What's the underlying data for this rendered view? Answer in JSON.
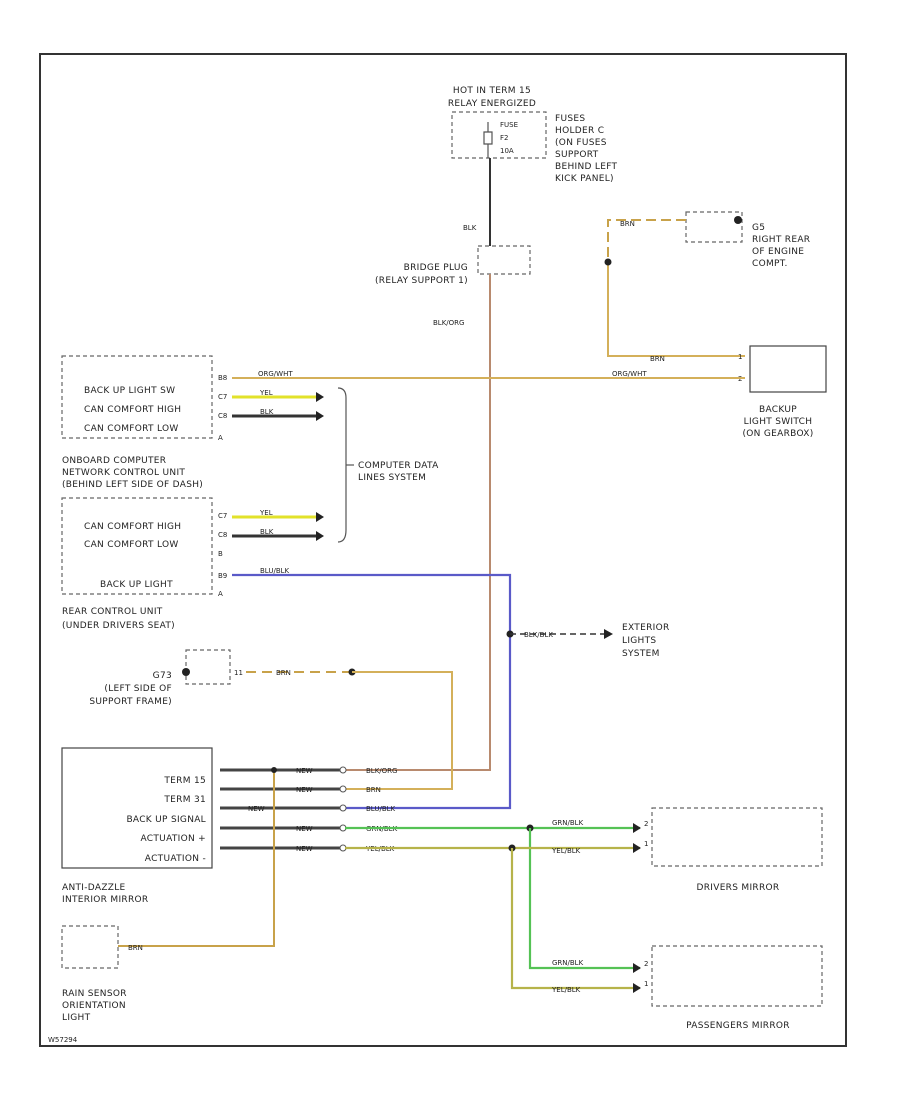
{
  "frame": {
    "ref_code": "W57294"
  },
  "colors": {
    "brn": "#c8a24a",
    "bk_org": "#b88a6e",
    "grn_bk": "#55c255",
    "ylw_bk": "#b6b34a",
    "blu_bk": "#5a5ac8",
    "ylw": "#e2e22a",
    "orn": "#d4b05a",
    "blk": "#333333"
  },
  "fuse": {
    "header": [
      "HOT IN TERM 15",
      "RELAY ENERGIZED"
    ],
    "pins": [
      "FUSE",
      "F2",
      "10A"
    ],
    "location": [
      "FUSES",
      "HOLDER C",
      "(ON FUSES",
      "SUPPORT",
      "BEHIND LEFT",
      "KICK PANEL)"
    ]
  },
  "bridge": {
    "wire_top": "BLK",
    "label": [
      "BRIDGE PLUG",
      "(RELAY SUPPORT 1)"
    ],
    "wire_below": "BLK/ORG"
  },
  "g5": {
    "label": [
      "G5",
      "RIGHT REAR",
      "OF ENGINE",
      "COMPT."
    ],
    "wire": "BRN"
  },
  "backup_switch": {
    "label": [
      "BACKUP",
      "LIGHT SWITCH",
      "(ON GEARBOX)"
    ],
    "wire1": "BRN",
    "wire2": "ORG/WHT",
    "pin1": "1",
    "pin2": "2"
  },
  "onboard": {
    "rows": [
      "BACK UP LIGHT SW",
      "CAN COMFORT HIGH",
      "CAN COMFORT LOW"
    ],
    "pins": [
      "B8",
      "C7",
      "C8",
      "A"
    ],
    "wires": [
      "ORG/WHT",
      "YEL",
      "BLK"
    ],
    "label": [
      "ONBOARD COMPUTER",
      "NETWORK CONTROL UNIT",
      "(BEHIND LEFT SIDE OF DASH)"
    ]
  },
  "computer_data": {
    "label": [
      "COMPUTER DATA",
      "LINES SYSTEM"
    ]
  },
  "rear_cu": {
    "rows": [
      "CAN COMFORT HIGH",
      "CAN COMFORT LOW",
      "BACK UP LIGHT"
    ],
    "pins": [
      "C7",
      "C8",
      "B",
      "B9",
      "A"
    ],
    "wires": [
      "YEL",
      "BLK",
      "BLU/BLK"
    ],
    "label": [
      "REAR CONTROL UNIT",
      "(UNDER DRIVERS SEAT)"
    ]
  },
  "exterior": {
    "wire": "BLK/BLK",
    "label": [
      "EXTERIOR",
      "LIGHTS",
      "SYSTEM"
    ]
  },
  "g73": {
    "label": [
      "G73",
      "(LEFT SIDE OF",
      "SUPPORT FRAME)"
    ],
    "pin": "11",
    "wire": "BRN"
  },
  "mirror": {
    "rows": [
      "TERM 15",
      "TERM 31",
      "BACK UP SIGNAL",
      "ACTUATION +",
      "ACTUATION -"
    ],
    "left_wires": [
      "NEW",
      "NEW",
      "NEW",
      "NEW",
      "NEW"
    ],
    "right_wires": [
      "BLK/ORG",
      "BRN",
      "BLU/BLK",
      "GRN/BLK",
      "YEL/BLK"
    ],
    "label": [
      "ANTI-DAZZLE",
      "INTERIOR MIRROR"
    ]
  },
  "drivers_mirror": {
    "label": "DRIVERS MIRROR",
    "wires": [
      "GRN/BLK",
      "YEL/BLK"
    ],
    "pins": [
      "2",
      "1"
    ]
  },
  "pass_mirror": {
    "label": "PASSENGERS MIRROR",
    "wires": [
      "GRN/BLK",
      "YEL/BLK"
    ],
    "pins": [
      "2",
      "1"
    ]
  },
  "rain_sensor": {
    "label": [
      "RAIN SENSOR",
      "ORIENTATION",
      "LIGHT"
    ],
    "wire": "BRN"
  }
}
